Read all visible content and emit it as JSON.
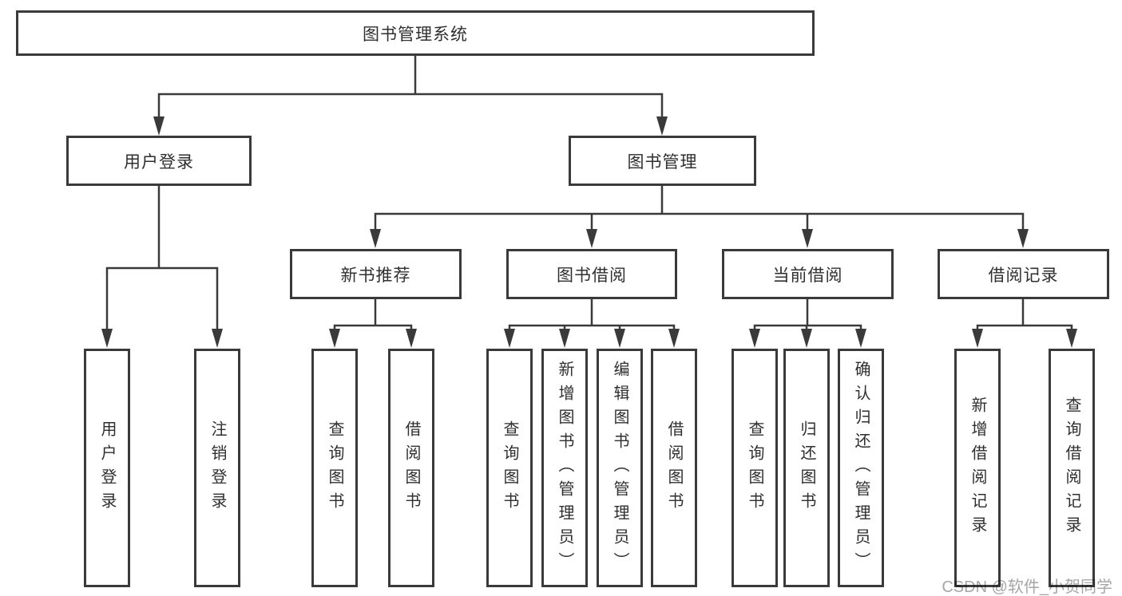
{
  "diagram": {
    "type": "hierarchy-tree",
    "nodes": {
      "root": "图书管理系统",
      "user_login": "用户登录",
      "book_mgmt": "图书管理",
      "new_book": "新书推荐",
      "book_borrow": "图书借阅",
      "current_borrow": "当前借阅",
      "borrow_record": "借阅记录",
      "leaf_user_login": "用户登录",
      "leaf_logout": "注销登录",
      "leaf_nb_query": "查询图书",
      "leaf_nb_borrow": "借阅图书",
      "leaf_bb_query": "查询图书",
      "leaf_bb_add": "新增图书（管理员）",
      "leaf_bb_edit": "编辑图书（管理员）",
      "leaf_bb_borrow": "借阅图书",
      "leaf_cb_query": "查询图书",
      "leaf_cb_return": "归还图书",
      "leaf_cb_confirm": "确认归还（管理员）",
      "leaf_br_add": "新增借阅记录",
      "leaf_br_query": "查询借阅记录"
    },
    "edges": [
      [
        "图书管理系统",
        "用户登录"
      ],
      [
        "图书管理系统",
        "图书管理"
      ],
      [
        "用户登录",
        "用户登录"
      ],
      [
        "用户登录",
        "注销登录"
      ],
      [
        "图书管理",
        "新书推荐"
      ],
      [
        "图书管理",
        "图书借阅"
      ],
      [
        "图书管理",
        "当前借阅"
      ],
      [
        "图书管理",
        "借阅记录"
      ],
      [
        "新书推荐",
        "查询图书"
      ],
      [
        "新书推荐",
        "借阅图书"
      ],
      [
        "图书借阅",
        "查询图书"
      ],
      [
        "图书借阅",
        "新增图书（管理员）"
      ],
      [
        "图书借阅",
        "编辑图书（管理员）"
      ],
      [
        "图书借阅",
        "借阅图书"
      ],
      [
        "当前借阅",
        "查询图书"
      ],
      [
        "当前借阅",
        "归还图书"
      ],
      [
        "当前借阅",
        "确认归还（管理员）"
      ],
      [
        "借阅记录",
        "新增借阅记录"
      ],
      [
        "借阅记录",
        "查询借阅记录"
      ]
    ]
  },
  "colors": {
    "line": "#3a3a3a",
    "box_background": "#ffffff",
    "text": "#2f2f2f",
    "watermark": "#a6a6a6"
  },
  "watermark": {
    "text": "CSDN @软件_小贺同学"
  }
}
